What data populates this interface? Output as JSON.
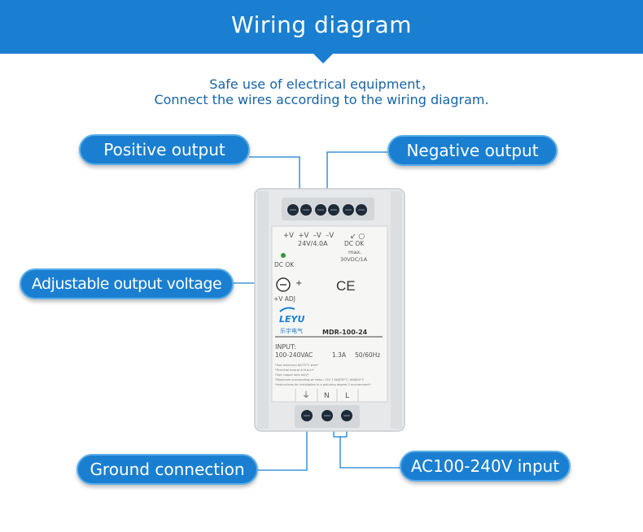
{
  "header": {
    "title": "Wiring diagram"
  },
  "intro": {
    "line1": "Safe use of electrical equipment，",
    "line2": "Connect the wires according to the wiring diagram."
  },
  "callouts": {
    "positive_output": "Positive output",
    "negative_output": "Negative output",
    "adjustable_voltage": "Adjustable output voltage",
    "ground_connection": "Ground connection",
    "ac_input": "AC100-240V input"
  },
  "device": {
    "top_labels": "+V  +V  –V  –V",
    "rating": "24V/4.0A",
    "dc_ok_top": "DC OK",
    "max_label": "max.",
    "max_rating": "30VDC/1A",
    "dc_ok_led": "DC OK",
    "ce_mark": "CE",
    "adj_label": "+V ADJ",
    "plus_sign": "+",
    "brand": "LEYU",
    "brand_cn": "乐宇电气",
    "model": "MDR-100-24",
    "input_label": "INPUT:",
    "input_voltage": "100-240VAC",
    "input_current": "1.3A",
    "input_freq": "50/60Hz",
    "fine_print": [
      "*Use minimum 60/75°C wire*",
      "*Terminal torque 4.4Lb-in*",
      "*Use copper wire only*",
      "*Maximum surrounding air temp: 12V 7.5A@35°C, 6A@40°C",
      "*Instructions for installation in a polluting degree 2 environment*"
    ],
    "bottom_labels": {
      "ground": "⏚",
      "n": "N",
      "l": "L"
    }
  },
  "colors": {
    "accent": "#1a7fd0",
    "text_blue": "#1664a8",
    "device_body": "#e6e8ea",
    "label_face": "#f6f6f4"
  }
}
